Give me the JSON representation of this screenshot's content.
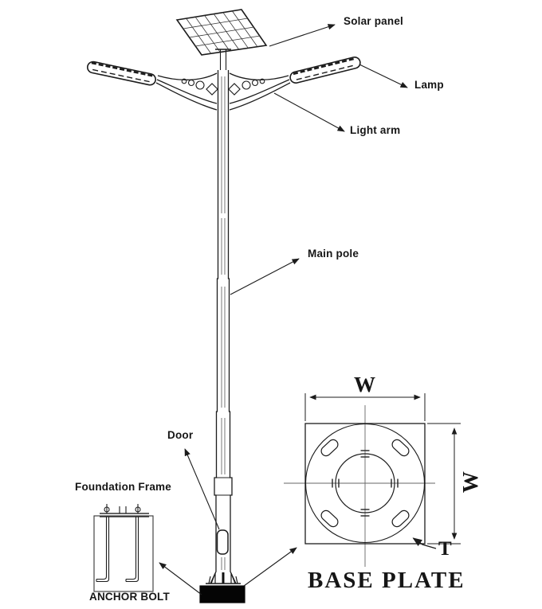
{
  "diagram": {
    "labels": {
      "solar_panel": "Solar panel",
      "lamp": "Lamp",
      "light_arm": "Light arm",
      "main_pole": "Main pole",
      "door": "Door",
      "foundation_frame": "Foundation Frame",
      "anchor_bolt": "ANCHOR BOLT",
      "base_plate": "BASE PLATE"
    },
    "dimensions": {
      "width_top": "W",
      "width_side": "W",
      "thickness": "T"
    },
    "colors": {
      "line": "#1c1c1c",
      "centerline": "#666666",
      "solid_fill": "#000000",
      "background": "#ffffff"
    }
  }
}
